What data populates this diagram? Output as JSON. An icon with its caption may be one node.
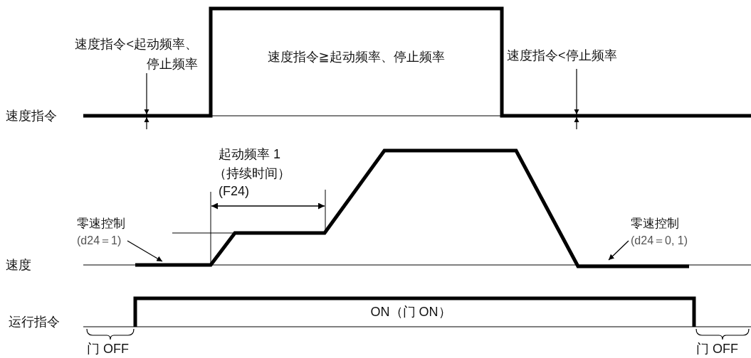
{
  "diagram": {
    "nodes": [
      {
        "text": [
          "零速控制",
          "(d24＝1)"
        ]
      },
      {
        "text": [
          "零速控制",
          "(d24＝0, 1)"
        ]
      }
    ],
    "edges": [
      {
        "from": 0,
        "to": null,
        "arrow": "to"
      },
      {
        "from": 1,
        "to": null,
        "arrow": "to"
      }
    ],
    "labels": [
      "速度指令<起动频率、停止频率",
      "速度指令≧起动频率、停止频率",
      "速度指令<停止频率",
      "速度指令",
      "起动频率 1",
      "（持续时间）",
      "(F24)",
      "速度",
      "运行指令",
      "ON（门 ON）",
      "门 OFF",
      "门 OFF"
    ]
  }
}
